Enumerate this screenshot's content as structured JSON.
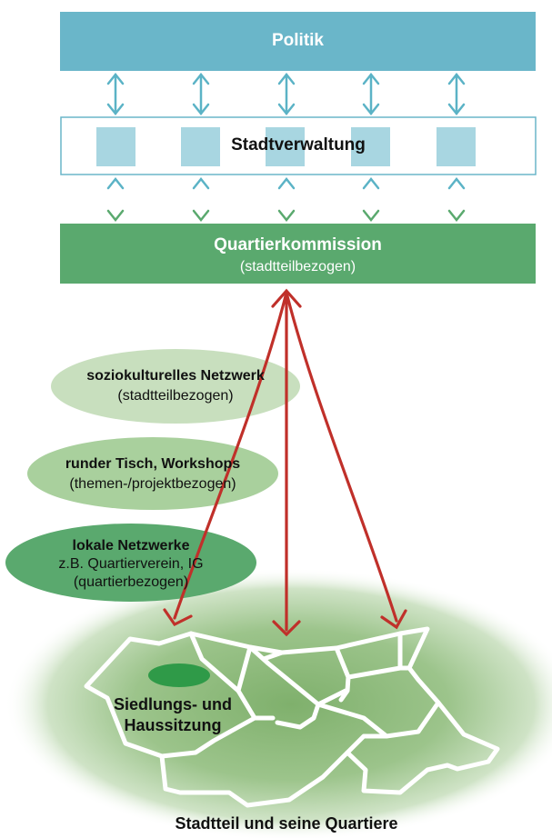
{
  "politik": {
    "label": "Politik"
  },
  "stadtverwaltung": {
    "label": "Stadtverwaltung"
  },
  "quartierkommission": {
    "label": "Quartierkommission",
    "sublabel": "(stadtteilbezogen)"
  },
  "networks": [
    {
      "title": "soziokulturelles Netzwerk",
      "lines": [
        "(stadtteilbezogen)"
      ]
    },
    {
      "title": "runder Tisch, Workshops",
      "lines": [
        "(themen-/projektbezogen)"
      ]
    },
    {
      "title": "lokale Netzwerke",
      "lines": [
        "z.B. Quartierverein, IG",
        "(quartierbezogen)"
      ]
    }
  ],
  "siedlung": {
    "line1": "Siedlungs- und",
    "line2": "Haussitzung"
  },
  "footer": {
    "caption": "Stadtteil und seine Quartiere"
  },
  "colors": {
    "politik": "#6ab6c9",
    "politik_text": "#ffffff",
    "verwaltung_square": "#a8d6e1",
    "verwaltung_border": "#6ab6c9",
    "kommission": "#5aa96e",
    "arrow_red": "#c0302a",
    "arrow_blue": "#5bb3c6",
    "arrow_green": "#5aa96e",
    "ellipse_light": "#c8dfbe",
    "ellipse_mid": "#a9d09d",
    "ellipse_dark": "#5aa96e",
    "siedlung_dot": "#2f9a48"
  }
}
